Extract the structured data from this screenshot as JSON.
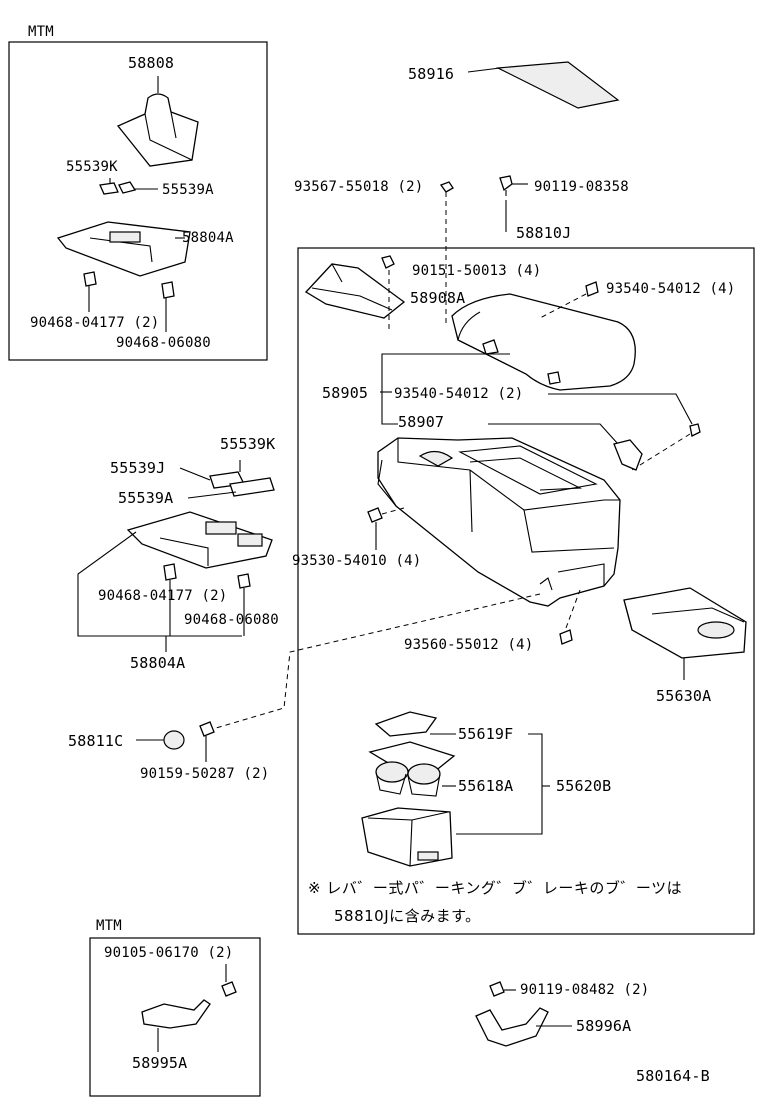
{
  "groups": {
    "mtm_top": "MTM",
    "mtm_bottom": "MTM"
  },
  "parts": {
    "p58808": "58808",
    "p55539K_a": "55539K",
    "p55539A_a": "55539A",
    "p58804A_a": "58804A",
    "p90468_04177_a": "90468-04177 (2)",
    "p90468_06080_a": "90468-06080",
    "p58916": "58916",
    "p93567": "93567-55018 (2)",
    "p90119_08358": "90119-08358",
    "p58810J": "58810J",
    "p90151": "90151-50013 (4)",
    "p58908A": "58908A",
    "p93540_a": "93540-54012 (4)",
    "p58905": "58905",
    "p93540_b": "93540-54012 (2)",
    "p58907": "58907",
    "p55539K_b": "55539K",
    "p55539J": "55539J",
    "p55539A_b": "55539A",
    "p90468_04177_b": "90468-04177 (2)",
    "p90468_06080_b": "90468-06080",
    "p58804A_b": "58804A",
    "p93530": "93530-54010 (4)",
    "p93560": "93560-55012 (4)",
    "p55630A": "55630A",
    "p58811C": "58811C",
    "p90159": "90159-50287 (2)",
    "p55619F": "55619F",
    "p55618A": "55618A",
    "p55620B": "55620B",
    "p90105": "90105-06170 (2)",
    "p58995A": "58995A",
    "p90119_08482": "90119-08482 (2)",
    "p58996A": "58996A"
  },
  "note": {
    "line1": "※ レバ゛ー式パ゛ーキング゛ブ゛レーキのブ゛ーツは",
    "line2": "58810Jに含みます。"
  },
  "diagram_id": "580164-B"
}
